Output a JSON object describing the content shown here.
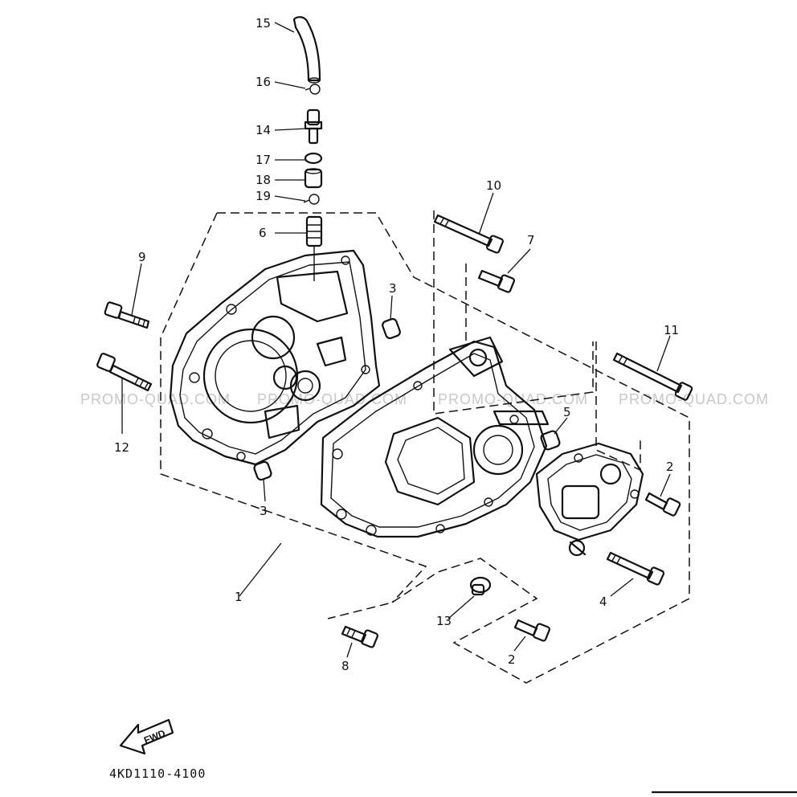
{
  "diagram": {
    "part_code": "4KD1110-4100",
    "direction_label": "FWD",
    "watermark": "PROMO-QUAD.COM",
    "callouts": [
      "1",
      "2",
      "2",
      "3",
      "3",
      "4",
      "5",
      "6",
      "7",
      "8",
      "9",
      "10",
      "11",
      "12",
      "13",
      "14",
      "15",
      "16",
      "17",
      "18",
      "19"
    ]
  }
}
